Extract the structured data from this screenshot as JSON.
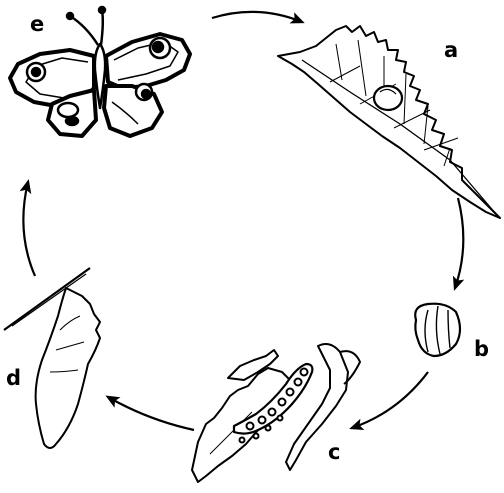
{
  "stages": [
    {
      "id": "e",
      "label": "e",
      "icon": "butterfly-icon"
    },
    {
      "id": "a",
      "label": "a",
      "icon": "leaf-with-egg-icon"
    },
    {
      "id": "b",
      "label": "b",
      "icon": "egg-icon"
    },
    {
      "id": "c",
      "label": "c",
      "icon": "caterpillar-icon"
    },
    {
      "id": "d",
      "label": "d",
      "icon": "chrysalis-icon"
    }
  ],
  "colors": {
    "ink": "#000000",
    "background": "#ffffff"
  }
}
